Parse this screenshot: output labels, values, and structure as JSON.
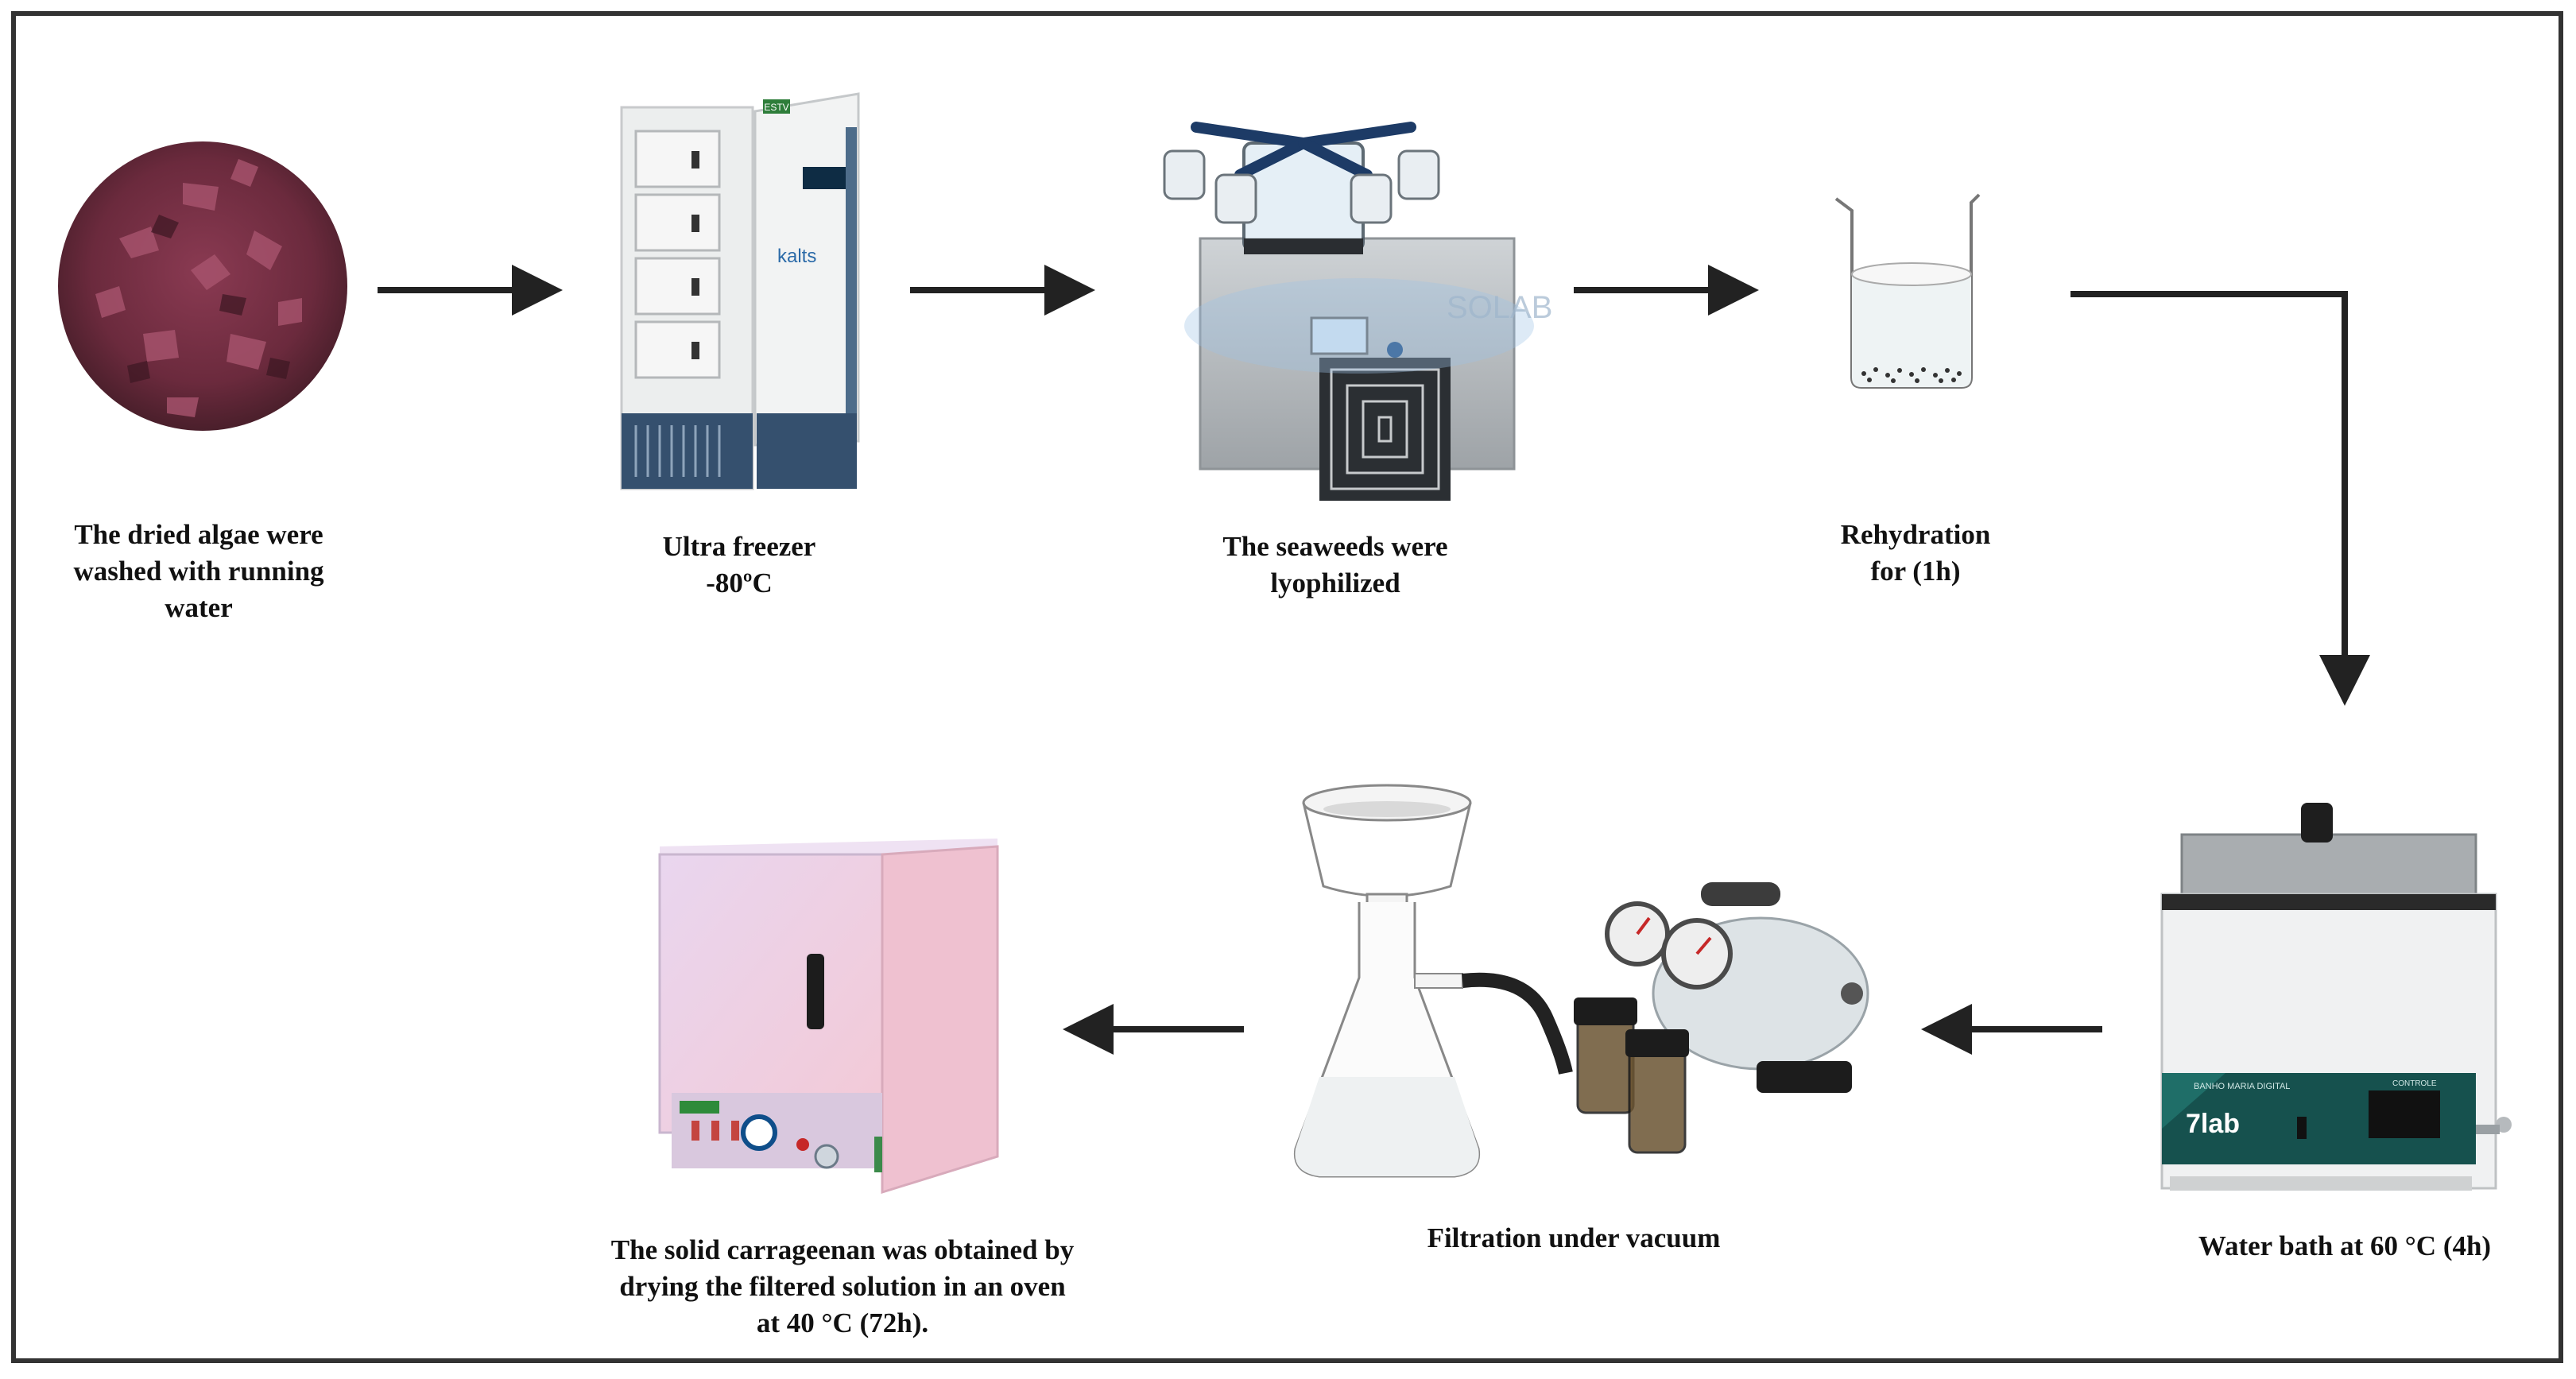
{
  "steps": [
    {
      "name": "dried-algae",
      "caption": [
        "The dried algae were",
        "washed with running",
        "water"
      ]
    },
    {
      "name": "ultra-freezer",
      "caption": [
        "Ultra  freezer",
        "-80ºC"
      ]
    },
    {
      "name": "lyophilizer",
      "caption": [
        "The seaweeds were",
        "lyophilized"
      ]
    },
    {
      "name": "rehydration",
      "caption": [
        "Rehydration",
        "for (1h)"
      ]
    },
    {
      "name": "water-bath",
      "caption": [
        "Water bath at 60 °C (4h)"
      ]
    },
    {
      "name": "vacuum-filtration",
      "caption": [
        "Filtration under vacuum"
      ]
    },
    {
      "name": "oven-drying",
      "caption": [
        "The solid carrageenan was obtained by",
        "drying  the filtered solution in an oven",
        "at 40 °C (72h)."
      ]
    }
  ],
  "equipment_text": {
    "freezer_brand": "kalts",
    "freezer_badge": "ESTV",
    "lyophilizer_watermark": "SOLAB",
    "water_bath_header": "BANHO MARIA DIGITAL",
    "water_bath_controls": "CONTROLE",
    "water_bath_logo": "7lab"
  },
  "colors": {
    "arrow": "#222222",
    "frame": "#333333",
    "water_bath_panel": "#16514e"
  }
}
